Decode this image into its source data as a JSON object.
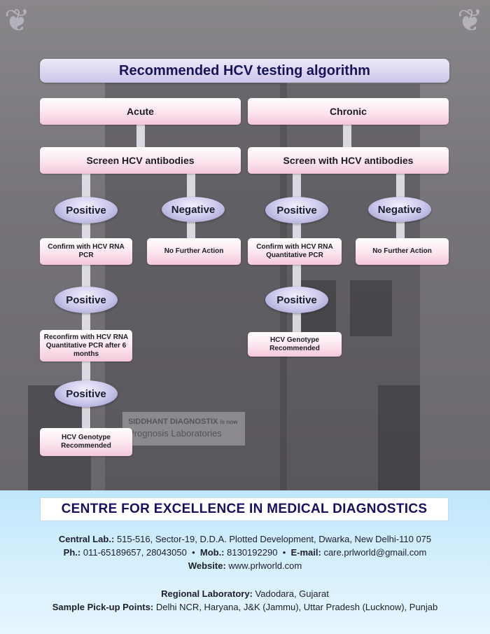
{
  "title": "Recommended HCV testing algorithm",
  "acute": {
    "header": "Acute",
    "screen": "Screen  HCV antibodies",
    "positive_1": "Positive",
    "negative": "Negative",
    "confirm": "Confirm with HCV RNA PCR",
    "no_action": "No Further Action",
    "positive_2": "Positive",
    "reconfirm": "Reconfirm with HCV RNA Quantitative  PCR after 6 months",
    "positive_3": "Positive",
    "genotype": "HCV Genotype Recommended"
  },
  "chronic": {
    "header": "Chronic",
    "screen": "Screen with HCV antibodies",
    "positive_1": "Positive",
    "negative": "Negative",
    "confirm": "Confirm with HCV RNA Quantitative PCR",
    "no_action": "No Further Action",
    "positive_2": "Positive",
    "genotype": "HCV Genotype Recommended"
  },
  "footer": {
    "title": "CENTRE FOR EXCELLENCE IN MEDICAL DIAGNOSTICS",
    "central_lab_label": "Central Lab.:",
    "central_lab": "515-516, Sector-19, D.D.A. Plotted Development, Dwarka, New Delhi-110 075",
    "phone_label": "Ph.:",
    "phone": "011-65189657, 28043050",
    "mobile_label": "Mob.:",
    "mobile": "8130192290",
    "email_label": "E-mail:",
    "email": "care.prlworld@gmail.com",
    "website_label": "Website:",
    "website": "www.prlworld.com",
    "regional_label": "Regional Laboratory:",
    "regional": "Vadodara, Gujarat",
    "pickup_label": "Sample Pick-up Points:",
    "pickup": "Delhi NCR, Haryana, J&K (Jammu), Uttar Pradesh (Lucknow), Punjab"
  },
  "background_sign": {
    "line1": "SIDDHANT DIAGNOSTIX",
    "line1_suffix": "is now",
    "line2": "Prognosis Laboratories"
  },
  "colors": {
    "title_text": "#18145a",
    "box_pink": "#f4c8da",
    "oval_lavender": "#c9c6ea",
    "footer_blue": "#bfe6fb"
  },
  "icons": {
    "left_ornament": "flourish-ornament-icon",
    "right_ornament": "flourish-ornament-icon"
  }
}
